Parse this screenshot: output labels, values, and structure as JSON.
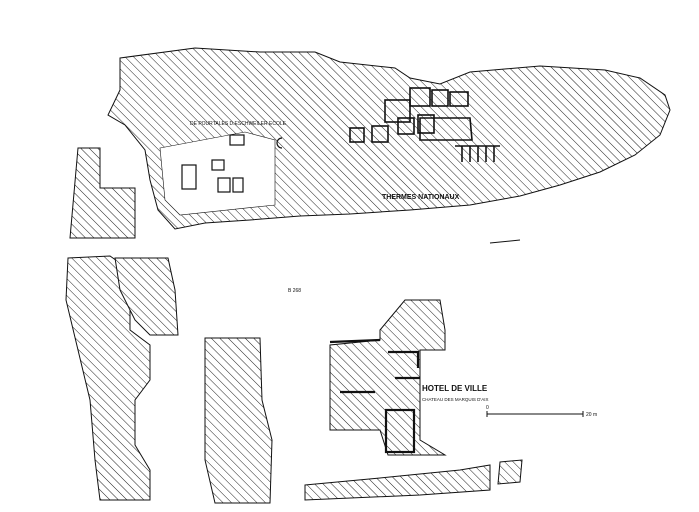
{
  "labels": {
    "de_pourtales": "DE POURTALES D.ESCHWEILER ECOLE",
    "thermes": "THERMES NATIONAUX",
    "hotel_de_ville": "HOTEL DE VILLE",
    "chateau": "CHATEAU DES MARQUIS D'AIX",
    "small_mark": "B 268"
  },
  "scale_bar": {
    "start": "0",
    "end": "20 m"
  }
}
